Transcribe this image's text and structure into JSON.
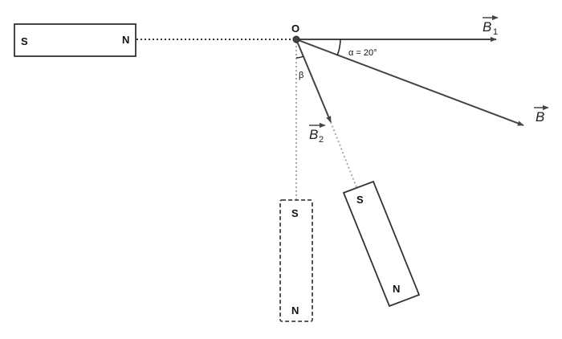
{
  "origin_label": "O",
  "magnet_horizontal": {
    "s": "S",
    "n": "N"
  },
  "magnet_vertical": {
    "s": "S",
    "n": "N"
  },
  "magnet_tilted": {
    "s": "S",
    "n": "N"
  },
  "vectors": {
    "b1": {
      "letter": "B",
      "sub": "1"
    },
    "b2": {
      "letter": "B",
      "sub": "2"
    },
    "b": {
      "letter": "B"
    }
  },
  "angles": {
    "alpha": "α = 20°",
    "beta": "β"
  }
}
